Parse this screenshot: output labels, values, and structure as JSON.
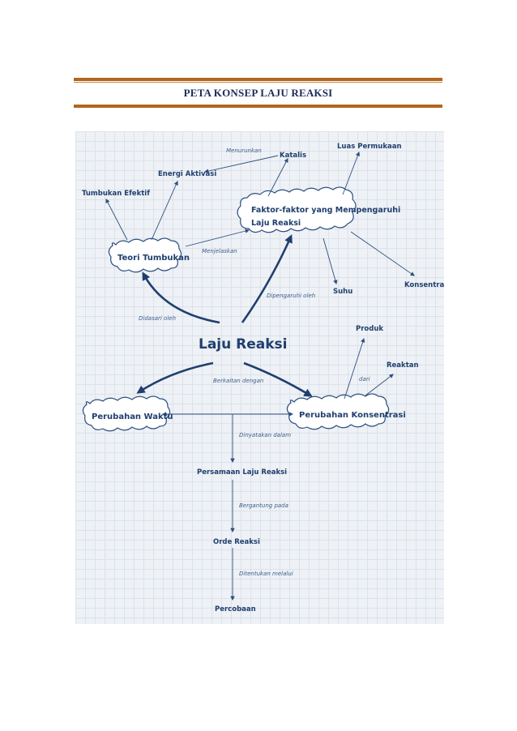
{
  "document": {
    "title": "PETA KONSEP LAJU REAKSI"
  },
  "concept_map": {
    "central": "Laju Reaksi",
    "nodes": {
      "katalis": "Katalis",
      "luas_permukaan": "Luas Permukaan",
      "energi_aktivasi": "Energi Aktivasi",
      "tumbukan_efektif": "Tumbukan Efektif",
      "faktor_line1": "Faktor-faktor yang Mempengaruhi",
      "faktor_line2": "Laju Reaksi",
      "teori_tumbukan": "Teori Tumbukan",
      "suhu": "Suhu",
      "konsentrasi": "Konsentrasi",
      "produk": "Produk",
      "reaktan": "Reaktan",
      "perubahan_waktu": "Perubahan Waktu",
      "perubahan_konsentrasi": "Perubahan Konsentrasi",
      "persamaan_laju": "Persamaan Laju Reaksi",
      "orde_reaksi": "Orde Reaksi",
      "percobaan": "Percobaan"
    },
    "links": {
      "menurunkan": "Menurunkan",
      "menjelaskan": "Menjelaskan",
      "dipengaruhi_oleh": "Dipengaruhi oleh",
      "didasari_oleh": "Didasari oleh",
      "berkaitan_dengan": "Berkaitan dengan",
      "dari": "dari",
      "dinyatakan_dalam": "Dinyatakan dalam",
      "bergantung_pada": "Bergantung pada",
      "ditentukan_melalui": "Ditentukan melalui"
    }
  },
  "colors": {
    "rule": "#b2661e",
    "title": "#1a2a5a",
    "ink": "#1f3f6e",
    "arrow": "#2b4f80",
    "background": "#eef1f5"
  }
}
